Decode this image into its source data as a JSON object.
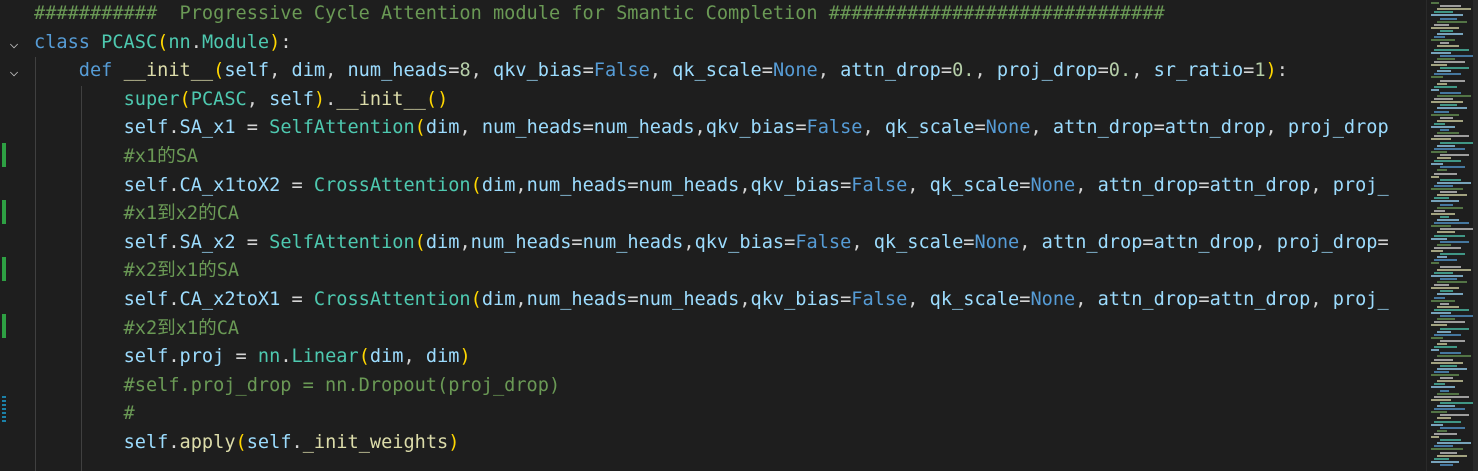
{
  "editor": {
    "lines": [
      [
        {
          "t": "###########  Progressive Cycle Attention module for Smantic Completion ##############################",
          "c": "cmt"
        }
      ],
      [
        {
          "t": "class ",
          "c": "kw"
        },
        {
          "t": "PCASC",
          "c": "cls"
        },
        {
          "t": "(",
          "c": "br1"
        },
        {
          "t": "nn",
          "c": "cls"
        },
        {
          "t": ".",
          "c": "txt"
        },
        {
          "t": "Module",
          "c": "cls"
        },
        {
          "t": ")",
          "c": "br1"
        },
        {
          "t": ":",
          "c": "txt"
        }
      ],
      [
        {
          "t": "    def ",
          "c": "kw"
        },
        {
          "t": "__init__",
          "c": "fn"
        },
        {
          "t": "(",
          "c": "br1"
        },
        {
          "t": "self",
          "c": "par"
        },
        {
          "t": ", ",
          "c": "txt"
        },
        {
          "t": "dim",
          "c": "par"
        },
        {
          "t": ", ",
          "c": "txt"
        },
        {
          "t": "num_heads",
          "c": "par"
        },
        {
          "t": "=",
          "c": "txt"
        },
        {
          "t": "8",
          "c": "num"
        },
        {
          "t": ", ",
          "c": "txt"
        },
        {
          "t": "qkv_bias",
          "c": "par"
        },
        {
          "t": "=",
          "c": "txt"
        },
        {
          "t": "False",
          "c": "kw"
        },
        {
          "t": ", ",
          "c": "txt"
        },
        {
          "t": "qk_scale",
          "c": "par"
        },
        {
          "t": "=",
          "c": "txt"
        },
        {
          "t": "None",
          "c": "kw"
        },
        {
          "t": ", ",
          "c": "txt"
        },
        {
          "t": "attn_drop",
          "c": "par"
        },
        {
          "t": "=",
          "c": "txt"
        },
        {
          "t": "0.",
          "c": "num"
        },
        {
          "t": ", ",
          "c": "txt"
        },
        {
          "t": "proj_drop",
          "c": "par"
        },
        {
          "t": "=",
          "c": "txt"
        },
        {
          "t": "0.",
          "c": "num"
        },
        {
          "t": ", ",
          "c": "txt"
        },
        {
          "t": "sr_ratio",
          "c": "par"
        },
        {
          "t": "=",
          "c": "txt"
        },
        {
          "t": "1",
          "c": "num"
        },
        {
          "t": ")",
          "c": "br1"
        },
        {
          "t": ":",
          "c": "txt"
        }
      ],
      [
        {
          "t": "        ",
          "c": "txt"
        },
        {
          "t": "super",
          "c": "cls"
        },
        {
          "t": "(",
          "c": "br1"
        },
        {
          "t": "PCASC",
          "c": "cls"
        },
        {
          "t": ", ",
          "c": "txt"
        },
        {
          "t": "self",
          "c": "par"
        },
        {
          "t": ")",
          "c": "br1"
        },
        {
          "t": ".",
          "c": "txt"
        },
        {
          "t": "__init__",
          "c": "fn"
        },
        {
          "t": "(",
          "c": "br1"
        },
        {
          "t": ")",
          "c": "br1"
        }
      ],
      [
        {
          "t": "        ",
          "c": "txt"
        },
        {
          "t": "self",
          "c": "par"
        },
        {
          "t": ".",
          "c": "txt"
        },
        {
          "t": "SA_x1",
          "c": "par"
        },
        {
          "t": " = ",
          "c": "txt"
        },
        {
          "t": "SelfAttention",
          "c": "cls"
        },
        {
          "t": "(",
          "c": "br1"
        },
        {
          "t": "dim",
          "c": "par"
        },
        {
          "t": ", ",
          "c": "txt"
        },
        {
          "t": "num_heads",
          "c": "par"
        },
        {
          "t": "=",
          "c": "txt"
        },
        {
          "t": "num_heads",
          "c": "par"
        },
        {
          "t": ",",
          "c": "txt"
        },
        {
          "t": "qkv_bias",
          "c": "par"
        },
        {
          "t": "=",
          "c": "txt"
        },
        {
          "t": "False",
          "c": "kw"
        },
        {
          "t": ", ",
          "c": "txt"
        },
        {
          "t": "qk_scale",
          "c": "par"
        },
        {
          "t": "=",
          "c": "txt"
        },
        {
          "t": "None",
          "c": "kw"
        },
        {
          "t": ", ",
          "c": "txt"
        },
        {
          "t": "attn_drop",
          "c": "par"
        },
        {
          "t": "=",
          "c": "txt"
        },
        {
          "t": "attn_drop",
          "c": "par"
        },
        {
          "t": ", ",
          "c": "txt"
        },
        {
          "t": "proj_drop",
          "c": "par"
        }
      ],
      [
        {
          "t": "        #x1的SA",
          "c": "cmt"
        }
      ],
      [
        {
          "t": "        ",
          "c": "txt"
        },
        {
          "t": "self",
          "c": "par"
        },
        {
          "t": ".",
          "c": "txt"
        },
        {
          "t": "CA_x1toX2",
          "c": "par"
        },
        {
          "t": " = ",
          "c": "txt"
        },
        {
          "t": "CrossAttention",
          "c": "cls"
        },
        {
          "t": "(",
          "c": "br1"
        },
        {
          "t": "dim",
          "c": "par"
        },
        {
          "t": ",",
          "c": "txt"
        },
        {
          "t": "num_heads",
          "c": "par"
        },
        {
          "t": "=",
          "c": "txt"
        },
        {
          "t": "num_heads",
          "c": "par"
        },
        {
          "t": ",",
          "c": "txt"
        },
        {
          "t": "qkv_bias",
          "c": "par"
        },
        {
          "t": "=",
          "c": "txt"
        },
        {
          "t": "False",
          "c": "kw"
        },
        {
          "t": ", ",
          "c": "txt"
        },
        {
          "t": "qk_scale",
          "c": "par"
        },
        {
          "t": "=",
          "c": "txt"
        },
        {
          "t": "None",
          "c": "kw"
        },
        {
          "t": ", ",
          "c": "txt"
        },
        {
          "t": "attn_drop",
          "c": "par"
        },
        {
          "t": "=",
          "c": "txt"
        },
        {
          "t": "attn_drop",
          "c": "par"
        },
        {
          "t": ", ",
          "c": "txt"
        },
        {
          "t": "proj_",
          "c": "par"
        }
      ],
      [
        {
          "t": "        #x1到x2的CA",
          "c": "cmt"
        }
      ],
      [
        {
          "t": "        ",
          "c": "txt"
        },
        {
          "t": "self",
          "c": "par"
        },
        {
          "t": ".",
          "c": "txt"
        },
        {
          "t": "SA_x2",
          "c": "par"
        },
        {
          "t": " = ",
          "c": "txt"
        },
        {
          "t": "SelfAttention",
          "c": "cls"
        },
        {
          "t": "(",
          "c": "br1"
        },
        {
          "t": "dim",
          "c": "par"
        },
        {
          "t": ",",
          "c": "txt"
        },
        {
          "t": "num_heads",
          "c": "par"
        },
        {
          "t": "=",
          "c": "txt"
        },
        {
          "t": "num_heads",
          "c": "par"
        },
        {
          "t": ",",
          "c": "txt"
        },
        {
          "t": "qkv_bias",
          "c": "par"
        },
        {
          "t": "=",
          "c": "txt"
        },
        {
          "t": "False",
          "c": "kw"
        },
        {
          "t": ", ",
          "c": "txt"
        },
        {
          "t": "qk_scale",
          "c": "par"
        },
        {
          "t": "=",
          "c": "txt"
        },
        {
          "t": "None",
          "c": "kw"
        },
        {
          "t": ", ",
          "c": "txt"
        },
        {
          "t": "attn_drop",
          "c": "par"
        },
        {
          "t": "=",
          "c": "txt"
        },
        {
          "t": "attn_drop",
          "c": "par"
        },
        {
          "t": ", ",
          "c": "txt"
        },
        {
          "t": "proj_drop",
          "c": "par"
        },
        {
          "t": "=",
          "c": "txt"
        }
      ],
      [
        {
          "t": "        #x2到x1的SA",
          "c": "cmt"
        }
      ],
      [
        {
          "t": "        ",
          "c": "txt"
        },
        {
          "t": "self",
          "c": "par"
        },
        {
          "t": ".",
          "c": "txt"
        },
        {
          "t": "CA_x2toX1",
          "c": "par"
        },
        {
          "t": " = ",
          "c": "txt"
        },
        {
          "t": "CrossAttention",
          "c": "cls"
        },
        {
          "t": "(",
          "c": "br1"
        },
        {
          "t": "dim",
          "c": "par"
        },
        {
          "t": ",",
          "c": "txt"
        },
        {
          "t": "num_heads",
          "c": "par"
        },
        {
          "t": "=",
          "c": "txt"
        },
        {
          "t": "num_heads",
          "c": "par"
        },
        {
          "t": ",",
          "c": "txt"
        },
        {
          "t": "qkv_bias",
          "c": "par"
        },
        {
          "t": "=",
          "c": "txt"
        },
        {
          "t": "False",
          "c": "kw"
        },
        {
          "t": ", ",
          "c": "txt"
        },
        {
          "t": "qk_scale",
          "c": "par"
        },
        {
          "t": "=",
          "c": "txt"
        },
        {
          "t": "None",
          "c": "kw"
        },
        {
          "t": ", ",
          "c": "txt"
        },
        {
          "t": "attn_drop",
          "c": "par"
        },
        {
          "t": "=",
          "c": "txt"
        },
        {
          "t": "attn_drop",
          "c": "par"
        },
        {
          "t": ", ",
          "c": "txt"
        },
        {
          "t": "proj_",
          "c": "par"
        }
      ],
      [
        {
          "t": "        #x2到x1的CA",
          "c": "cmt"
        }
      ],
      [
        {
          "t": "        ",
          "c": "txt"
        },
        {
          "t": "self",
          "c": "par"
        },
        {
          "t": ".",
          "c": "txt"
        },
        {
          "t": "proj",
          "c": "par"
        },
        {
          "t": " = ",
          "c": "txt"
        },
        {
          "t": "nn",
          "c": "cls"
        },
        {
          "t": ".",
          "c": "txt"
        },
        {
          "t": "Linear",
          "c": "cls"
        },
        {
          "t": "(",
          "c": "br1"
        },
        {
          "t": "dim",
          "c": "par"
        },
        {
          "t": ", ",
          "c": "txt"
        },
        {
          "t": "dim",
          "c": "par"
        },
        {
          "t": ")",
          "c": "br1"
        }
      ],
      [
        {
          "t": "        #self.proj_drop = nn.Dropout(proj_drop)",
          "c": "cmt"
        }
      ],
      [
        {
          "t": "        #",
          "c": "cmt"
        }
      ],
      [
        {
          "t": "        ",
          "c": "txt"
        },
        {
          "t": "self",
          "c": "par"
        },
        {
          "t": ".",
          "c": "txt"
        },
        {
          "t": "apply",
          "c": "fn"
        },
        {
          "t": "(",
          "c": "br1"
        },
        {
          "t": "self",
          "c": "par"
        },
        {
          "t": ".",
          "c": "txt"
        },
        {
          "t": "_init_weights",
          "c": "fn"
        },
        {
          "t": ")",
          "c": "br1"
        }
      ]
    ],
    "fold_icons": [
      "chevron-down",
      "chevron-down"
    ]
  }
}
